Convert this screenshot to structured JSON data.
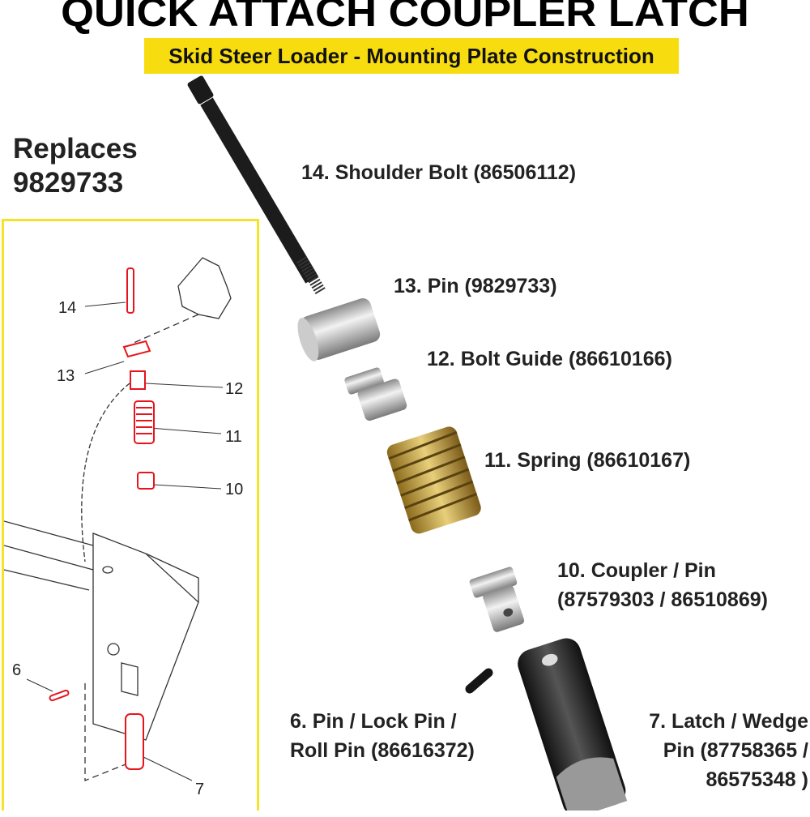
{
  "title": "QUICK ATTACH COUPLER LATCH",
  "subtitle": "Skid Steer Loader - Mounting Plate Construction",
  "replaces": {
    "label": "Replaces",
    "part_number": "9829733"
  },
  "diagram_numbers": [
    "14",
    "13",
    "12",
    "11",
    "10",
    "6",
    "7"
  ],
  "parts": [
    {
      "line1": "14. Shoulder Bolt (86506112)"
    },
    {
      "line1": "13. Pin (9829733)"
    },
    {
      "line1": "12. Bolt Guide (86610166)"
    },
    {
      "line1": "11. Spring (86610167)"
    },
    {
      "line1": "10. Coupler / Pin",
      "line2": "(87579303 / 86510869)"
    },
    {
      "line1": "6. Pin / Lock Pin /",
      "line2": "Roll Pin (86616372)"
    },
    {
      "line1": "7. Latch / Wedge",
      "line2": "Pin (87758365 /",
      "line3": "86575348 )"
    }
  ],
  "colors": {
    "banner": "#f7dc10",
    "diagram_border": "#f3e42a",
    "diagram_parts": "#e8141c",
    "spring": "#c9a83a"
  }
}
